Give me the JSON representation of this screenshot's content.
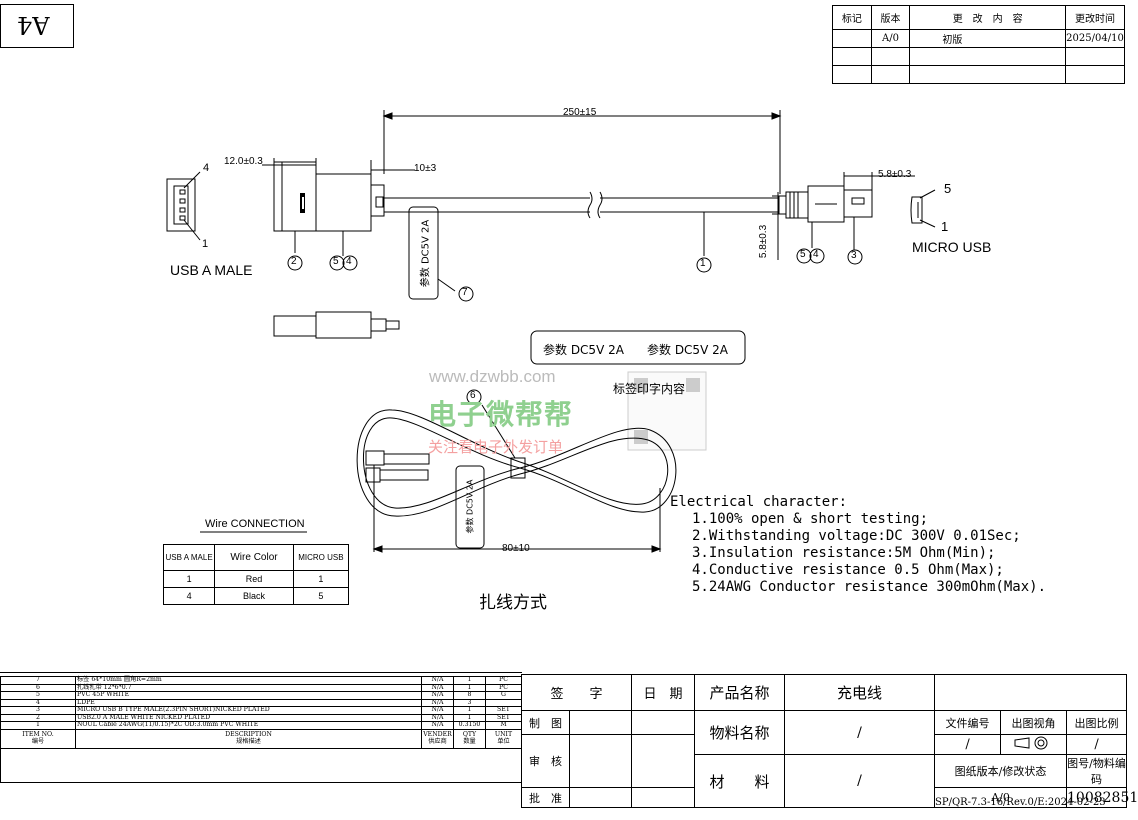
{
  "sheet_mark": "A4",
  "revision_table": {
    "headers": [
      "标记",
      "版本",
      "更　改　内　容",
      "更改时间"
    ],
    "rows": [
      [
        "",
        "A/0",
        "初版",
        "2025/04/10"
      ],
      [
        "",
        "",
        "",
        ""
      ],
      [
        "",
        "",
        "",
        ""
      ]
    ]
  },
  "dimensions": {
    "length": "250±15",
    "usb_a_length": "12.0±0.3",
    "boot": "10±3",
    "micro_length": "5.8±0.3",
    "micro_height": "5.8±0.3",
    "coil": "80±10"
  },
  "callouts": [
    "1",
    "2",
    "3",
    "4",
    "5",
    "6",
    "7"
  ],
  "pin_labels": {
    "usb_a_top": "4",
    "usb_a_bottom": "1",
    "micro_top": "5",
    "micro_bottom": "1"
  },
  "connector_labels": {
    "usb_a": "USB A MALE",
    "micro": "MICRO USB"
  },
  "tag_text": "参数 DC5V 2A",
  "label_sample": {
    "left": "参数 DC5V 2A",
    "right": "参数 DC5V 2A"
  },
  "label_note": "标签印字内容",
  "bundling_title": "扎线方式",
  "watermark": {
    "url": "www.dzwbb.com",
    "name": "电子微帮帮",
    "slogan": "关注看电子外发订单"
  },
  "wire_connection": {
    "title": "Wire CONNECTION",
    "headers": [
      "USB A MALE",
      "Wire Color",
      "MICRO USB"
    ],
    "rows": [
      [
        "1",
        "Red",
        "1"
      ],
      [
        "4",
        "Black",
        "5"
      ]
    ]
  },
  "electrical": {
    "title": "Electrical character:",
    "items": [
      "1.100% open & short testing;",
      "2.Withstanding voltage:DC 300V 0.01Sec;",
      "3.Insulation resistance:5M Ohm(Min);",
      "4.Conductive resistance 0.5 Ohm(Max);",
      "5.24AWG Conductor resistance 300mOhm(Max)."
    ]
  },
  "bom": {
    "rows": [
      [
        "7",
        "标签 64*10mm 圆角R=2mm",
        "N/A",
        "1",
        "PC"
      ],
      [
        "6",
        "扎线扎带 12*6*0.7",
        "N/A",
        "1",
        "PC"
      ],
      [
        "5",
        "PVC 45P WHITE",
        "N/A",
        "8",
        "G"
      ],
      [
        "4",
        "LDPE",
        "N/A",
        "3",
        ""
      ],
      [
        "3",
        "MICRO USB B TYPE MALE(2.3PIN SHORT)NICKED PLATED",
        "N/A",
        "1",
        "SET"
      ],
      [
        "2",
        "USB2.0 A MALE WHITE NICKED PLATED",
        "N/A",
        "1",
        "SET"
      ],
      [
        "1",
        "NOUL Cable 24AWG(11/0.15)*2C OD:3.0mm PVC WHITE",
        "N/A",
        "0.3150",
        "M"
      ]
    ],
    "header_en": [
      "ITEM NO.",
      "DESCRIPTION",
      "VENDER",
      "QTY",
      "UNIT"
    ],
    "header_cn": [
      "编号",
      "规格描述",
      "供应商",
      "数量",
      "单位"
    ]
  },
  "title_block": {
    "sign": "签　　字",
    "date": "日　期",
    "draw": "制　图",
    "check": "审　核",
    "approve": "批　准",
    "product_name_label": "产品名称",
    "product_name": "充电线",
    "material_name_label": "物料名称",
    "material_name": "/",
    "material_label": "材　　料",
    "material": "/",
    "file_no_label": "文件编号",
    "file_no": "/",
    "view_label": "出图视角",
    "scale_label": "出图比例",
    "scale": "/",
    "drawing_rev_label": "图纸版本/修改状态",
    "drawing_rev": "A/0",
    "part_no_label": "图号/物料编码",
    "part_no": "10082851"
  },
  "footer_code": "SP/QR-7.3-16/Rev.0/E:2024-02-23"
}
